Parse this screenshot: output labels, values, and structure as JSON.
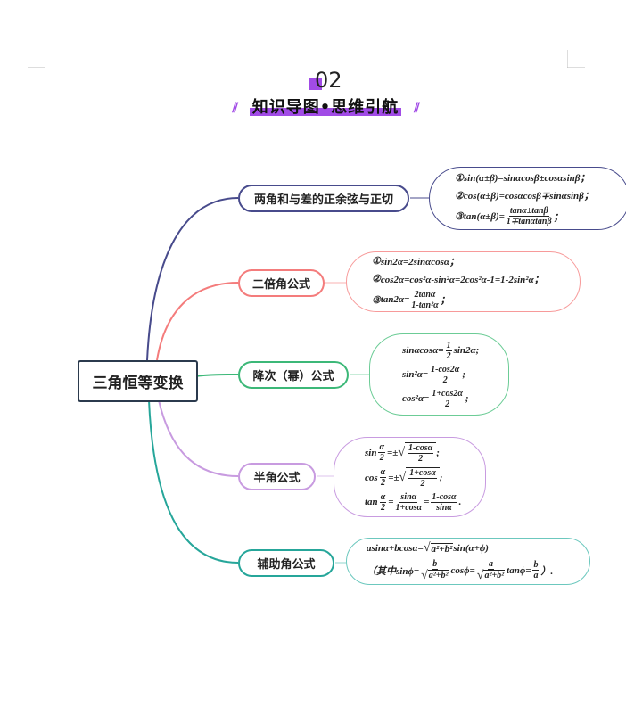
{
  "header": {
    "number": "02",
    "title": "知识导图•思维引航",
    "left_deco": "//",
    "right_deco": "//",
    "accent": "#a14be6"
  },
  "center": {
    "label": "三角恒等变换",
    "color": "#2b3a4d"
  },
  "branches": [
    {
      "label": "两角和与差的正余弦与正切",
      "color": "#484b8c",
      "lines": [
        [
          "①",
          "sin(α±β)=sinαcosβ±cosαsinβ；"
        ],
        [
          "②",
          "cos(α±β)=cosαcosβ∓sinαsinβ；"
        ],
        [
          "③",
          "tan(α±β)=",
          {
            "f": [
              "tanα±tanβ",
              "1∓tanαtanβ"
            ]
          },
          "；"
        ]
      ]
    },
    {
      "label": "二倍角公式",
      "color": "#f47c7c",
      "lines": [
        [
          "①",
          "sin2α=2sinαcosα；"
        ],
        [
          "②",
          "cos2α=cos²α-sin²α=2cos²α-1=1-2sin²α；"
        ],
        [
          "③",
          "tan2α=",
          {
            "f": [
              "2tanα",
              "1-tan²α"
            ]
          },
          "；"
        ]
      ]
    },
    {
      "label": "降次（幂）公式",
      "color": "#3cb878",
      "lines": [
        [
          "sinαcosα=",
          {
            "f": [
              "1",
              "2"
            ]
          },
          "sin2α;"
        ],
        [
          "sin²α=",
          {
            "f": [
              "1-cos2α",
              "2"
            ]
          },
          ";"
        ],
        [
          "cos²α=",
          {
            "f": [
              "1+cos2α",
              "2"
            ]
          },
          ";"
        ]
      ]
    },
    {
      "label": "半角公式",
      "color": "#c89be0",
      "lines": [
        [
          "sin",
          {
            "f": [
              "α",
              "2"
            ]
          },
          "=±",
          {
            "r": {
              "f": [
                "1-cosα",
                "2"
              ]
            }
          },
          ";"
        ],
        [
          "cos",
          {
            "f": [
              "α",
              "2"
            ]
          },
          "=±",
          {
            "r": {
              "f": [
                "1+cosα",
                "2"
              ]
            }
          },
          ";"
        ],
        [
          "tan",
          {
            "f": [
              "α",
              "2"
            ]
          },
          "=",
          {
            "f": [
              "sinα",
              "1+cosα"
            ]
          },
          "=",
          {
            "f": [
              "1-cosα",
              "sinα"
            ]
          },
          "."
        ]
      ]
    },
    {
      "label": "辅助角公式",
      "color": "#26a69a",
      "lines": [
        [
          "asinα+bcosα=",
          {
            "r": "a²+b²"
          },
          "sin(α+ϕ)"
        ],
        [
          "（其中sinϕ=",
          {
            "f": [
              "b",
              {
                "r": "a²+b²"
              }
            ]
          },
          "  cosϕ=",
          {
            "f": [
              "a",
              {
                "r": "a²+b²"
              }
            ]
          },
          "  tanϕ=",
          {
            "f": [
              "b",
              "a"
            ]
          },
          "）."
        ]
      ]
    }
  ]
}
